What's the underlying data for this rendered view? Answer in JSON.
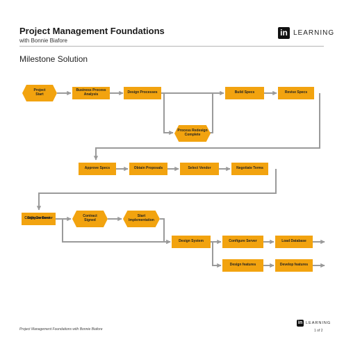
{
  "header": {
    "title": "Project Management Foundations",
    "subtitle": "with Bonnie Biafore",
    "logo_box": "in",
    "logo_word": "LEARNING"
  },
  "section_title": "Milestone Solution",
  "colors": {
    "node_fill": "#f2a30f",
    "arrow": "#9a9a9a",
    "rule": "#b5b5b5"
  },
  "diagram": {
    "nodes": {
      "project_start": "Project\nStart",
      "business_process_analysis": "Business Process\nAnalysis",
      "design_processes": "Design Processes",
      "build_specs": "Build Specs",
      "revise_specs": "Revise Specs",
      "process_redesign_complete": "Process Redesign\nComplete",
      "approve_specs": "Approve Specs",
      "obtain_proposals": "Obtain Proposals",
      "select_vendor": "Select Vendor",
      "negotiate_terms": "Negotiate Terms",
      "sign_contract": "Sign Contract",
      "configure_server_left": "Configure Server",
      "contract_signed": "Contract\nSigned",
      "start_implementation": "Start\nImplementation",
      "design_system": "Design System",
      "configure_server": "Configure Server",
      "load_database": "Load Database",
      "design_features": "Design features",
      "develop_features": "Develop features"
    }
  },
  "footer": {
    "left_text": "Project Management Foundations with Bonnie Biafore",
    "logo_box": "in",
    "logo_word": "LEARNING",
    "page": "1 of 2"
  }
}
